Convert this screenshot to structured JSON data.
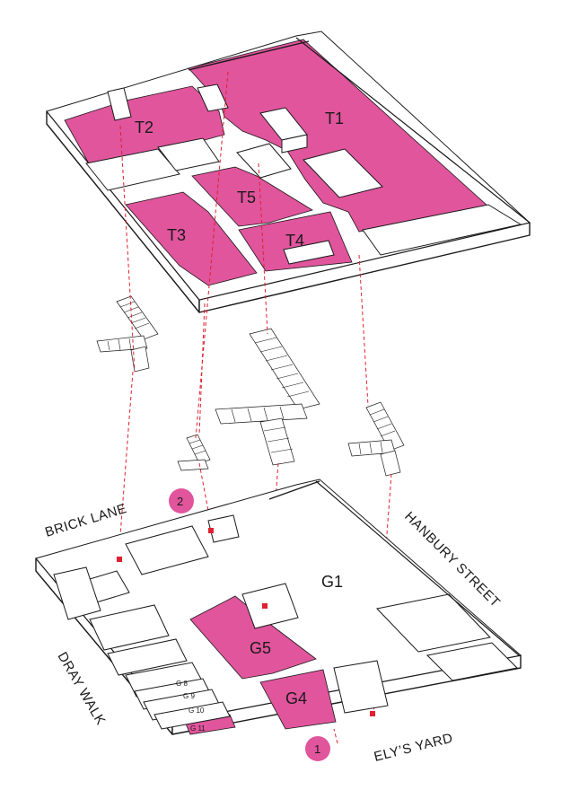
{
  "upper_floor": {
    "rooms": [
      "T1",
      "T2",
      "T3",
      "T4",
      "T5"
    ]
  },
  "ground_floor": {
    "rooms": [
      "G1",
      "G4",
      "G5"
    ],
    "small_rooms": [
      "G 8",
      "G 9",
      "G 10",
      "G 11"
    ]
  },
  "streets": {
    "brick_lane": "BRICK LANE",
    "hanbury_street": "HANBURY STREET",
    "dray_walk": "DRAY WALK",
    "elys_yard": "ELY’S YARD"
  },
  "markers": [
    "1",
    "2"
  ],
  "colors": {
    "highlight": "#e0559c",
    "connector": "#e02030",
    "outline": "#1a1a1a"
  }
}
